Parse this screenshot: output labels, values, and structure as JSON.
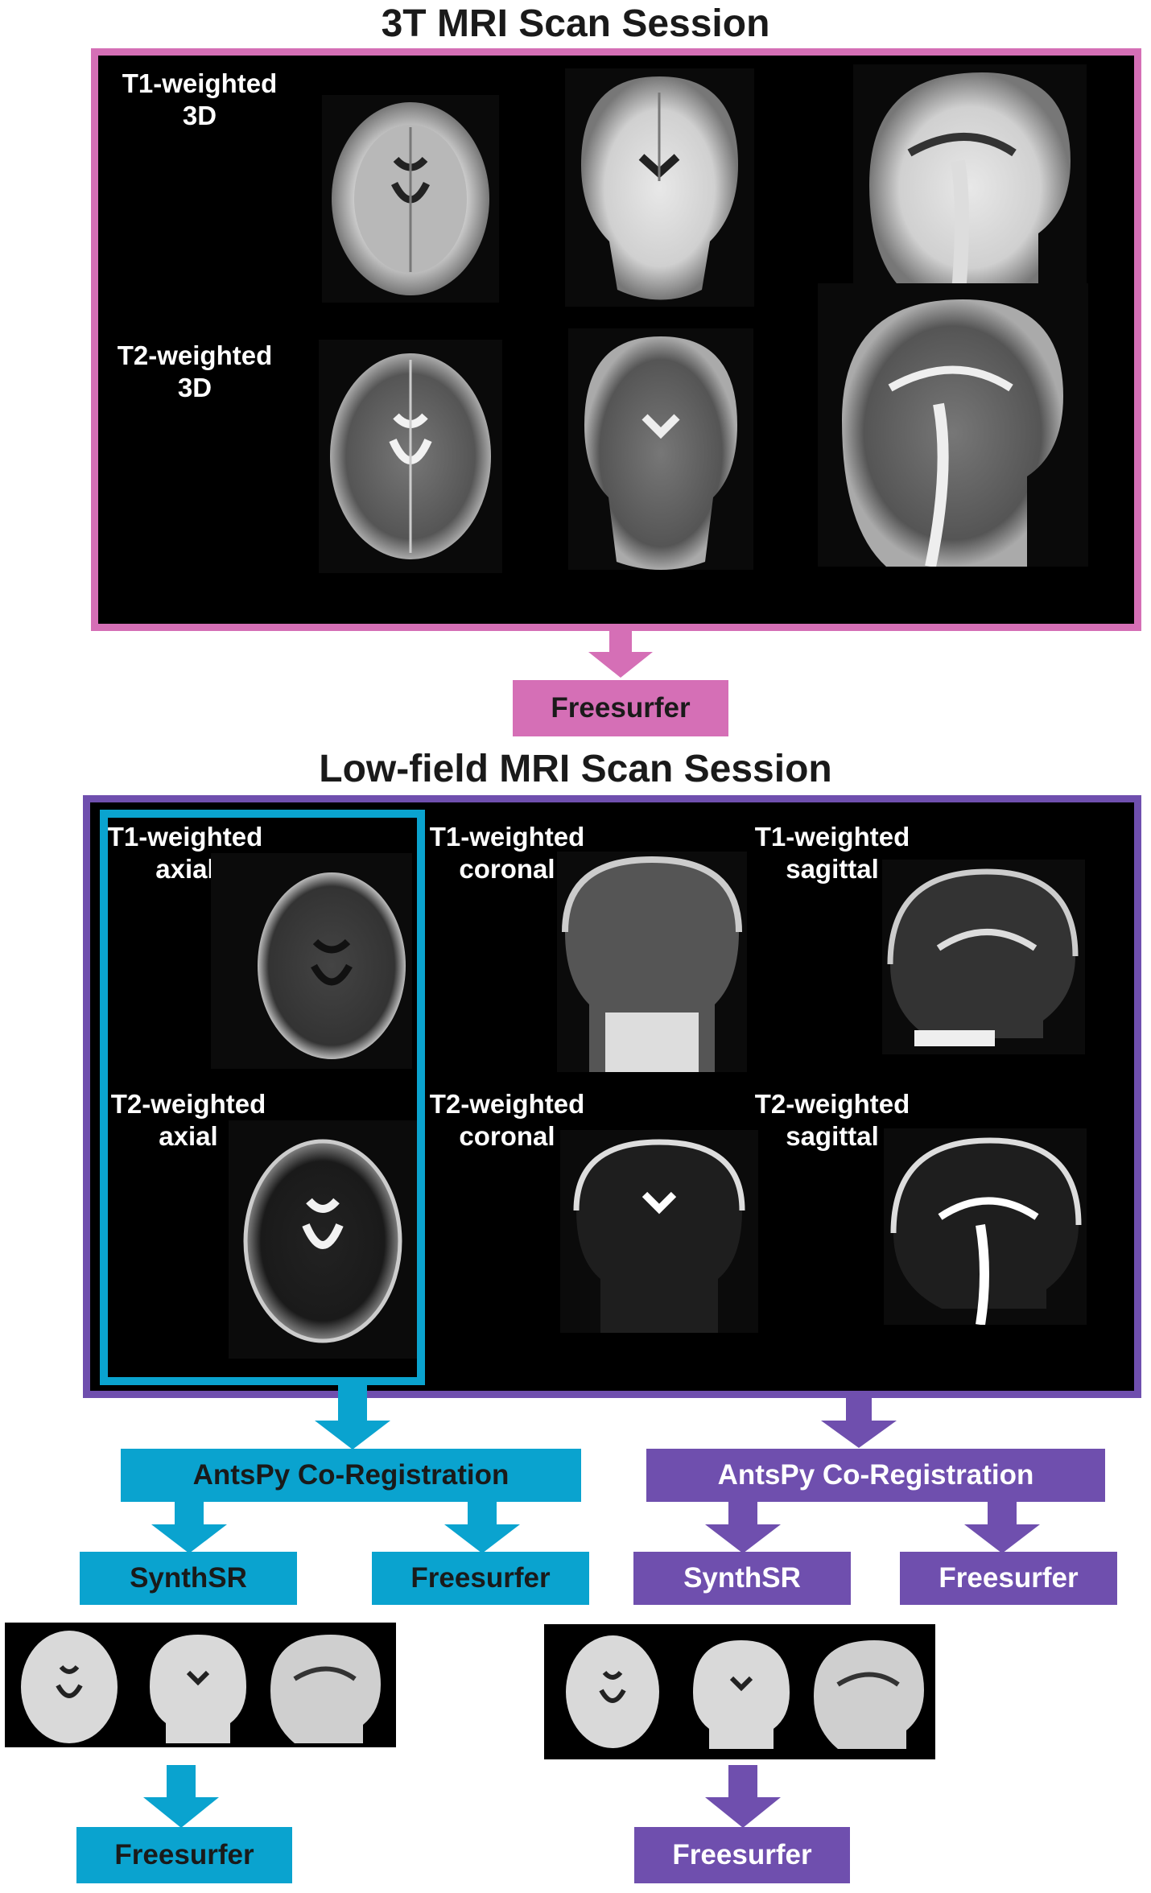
{
  "colors": {
    "pink": "#d56fb6",
    "purple": "#6f4fae",
    "cyan": "#0aa3cf",
    "panel": "#000000"
  },
  "top_section": {
    "title": "3T MRI Scan Session",
    "rows": [
      {
        "label_line1": "T1-weighted",
        "label_line2": "3D",
        "views": [
          "axial",
          "coronal",
          "sagittal"
        ]
      },
      {
        "label_line1": "T2-weighted",
        "label_line2": "3D",
        "views": [
          "axial",
          "coronal",
          "sagittal"
        ]
      }
    ],
    "output_box": "Freesurfer"
  },
  "low_field_section": {
    "title": "Low-field MRI Scan Session",
    "cells": [
      {
        "line1": "T1-weighted",
        "line2": "axial"
      },
      {
        "line1": "T1-weighted",
        "line2": "coronal"
      },
      {
        "line1": "T1-weighted",
        "line2": "sagittal"
      },
      {
        "line1": "T2-weighted",
        "line2": "axial"
      },
      {
        "line1": "T2-weighted",
        "line2": "coronal"
      },
      {
        "line1": "T2-weighted",
        "line2": "sagittal"
      }
    ]
  },
  "pipeline_axial": {
    "coreg": "AntsPy Co-Registration",
    "synthsr": "SynthSR",
    "freesurfer": "Freesurfer",
    "final_freesurfer": "Freesurfer"
  },
  "pipeline_all": {
    "coreg": "AntsPy Co-Registration",
    "synthsr": "SynthSR",
    "freesurfer": "Freesurfer",
    "final_freesurfer": "Freesurfer"
  }
}
